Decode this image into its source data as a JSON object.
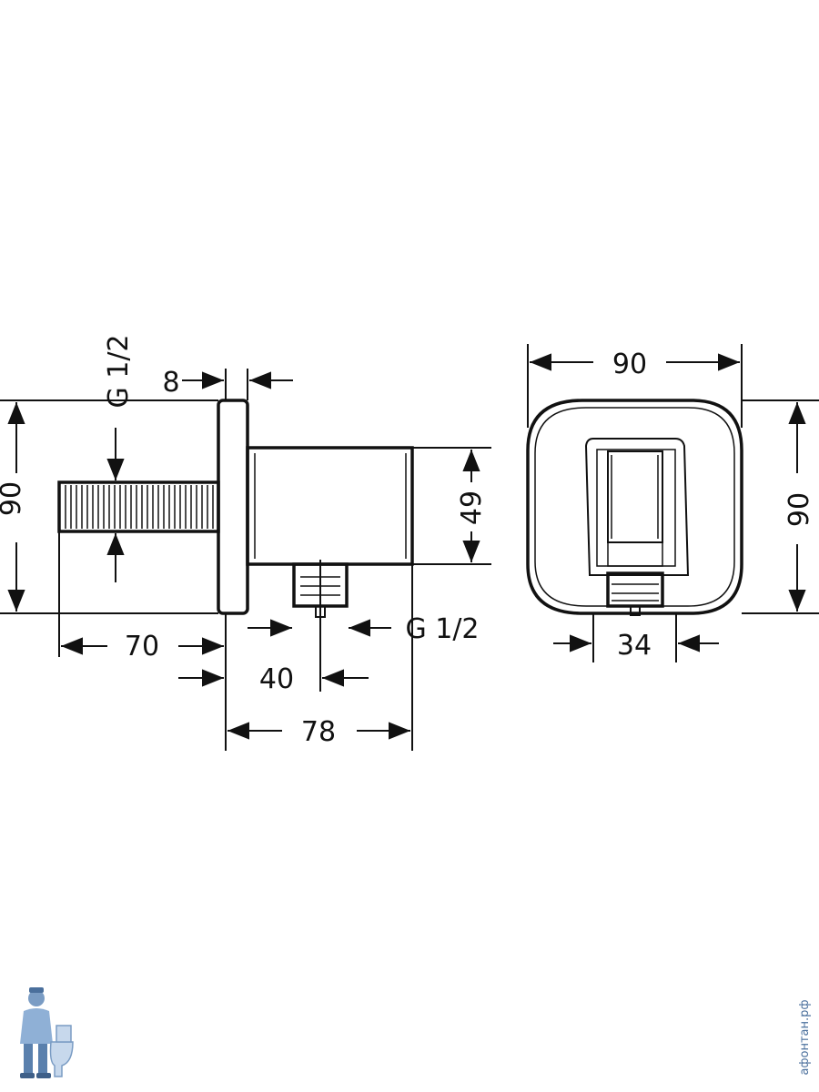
{
  "side_view": {
    "dim_top_offset": "8",
    "dim_thread_left": "G 1/2",
    "dim_height": "90",
    "dim_body_height": "49",
    "dim_depth": "70",
    "dim_thread_bottom": "G 1/2",
    "dim_outlet_pos": "40",
    "dim_projection": "78"
  },
  "front_view": {
    "dim_width": "90",
    "dim_height": "90",
    "dim_outlet_width": "34"
  },
  "watermark": {
    "text": "афонтан.рф",
    "logo_icon": "plumber-mascot-icon",
    "color": "#4a6f9c"
  }
}
